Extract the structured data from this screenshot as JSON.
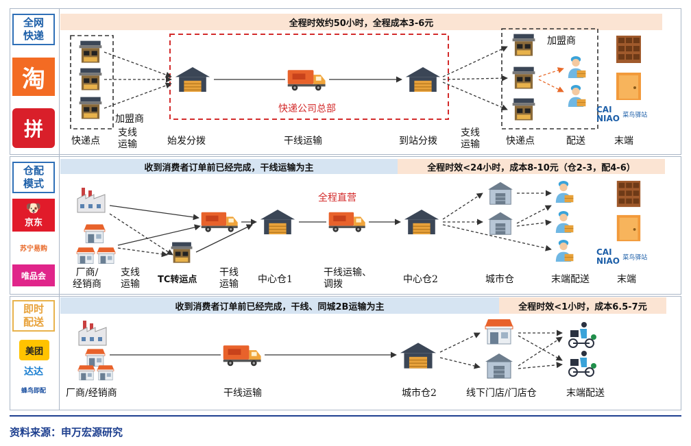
{
  "rows": {
    "express": {
      "tag": "全网\n快递",
      "logos": [
        "淘",
        "拼"
      ],
      "banner": "全程时效约50小时，全程成本3-6元",
      "hq_label": "快递公司总部",
      "franchise_left": "加盟商",
      "franchise_right": "加盟商",
      "steps": [
        "快递点",
        "支线\n运输",
        "始发分拨",
        "干线运输",
        "到站分拨",
        "支线\n运输",
        "快递点",
        "配送",
        "末端"
      ]
    },
    "warehouse": {
      "tag": "仓配\n模式",
      "logos": [
        "京东",
        "苏宁易购",
        "唯品会"
      ],
      "banner_left": "收到消费者订单前已经完成，干线运输为主",
      "banner_right": "全程时效<24小时，成本8-10元（仓2-3，配4-6）",
      "direct_label": "全程直营",
      "steps": [
        "厂商/\n经销商",
        "支线\n运输",
        "TC转运点",
        "干线\n运输",
        "中心仓1",
        "干线运输、\n调拨",
        "中心仓2",
        "城市仓",
        "末端配送",
        "末端"
      ]
    },
    "instant": {
      "tag": "即时\n配送",
      "logos": [
        "美团",
        "达达",
        "蜂鸟即配"
      ],
      "banner_left": "收到消费者订单前已经完成，干线、同城2B运输为主",
      "banner_right": "全程时效<1小时，成本6.5-7元",
      "steps": [
        "厂商/经销商",
        "干线运输",
        "城市仓2",
        "线下门店/门店仓",
        "末端配送"
      ]
    }
  },
  "cainiao": {
    "brand": "CAI\nNIAO",
    "sub": "菜鸟驿站"
  },
  "source": "资料来源：申万宏源研究",
  "colors": {
    "accent_blue": "#2e6fb7",
    "banner_blue": "#d6e4f2",
    "banner_peach": "#fbe4d3",
    "hq_red": "#d32a2a",
    "source_blue": "#1d3f8f"
  },
  "icons": [
    "warehouse-icon",
    "truck-icon",
    "courier-icon",
    "cabinet-icon",
    "door-icon",
    "store-icon",
    "factory-icon",
    "city-warehouse-icon",
    "rider-icon",
    "delivery-person-icon"
  ]
}
